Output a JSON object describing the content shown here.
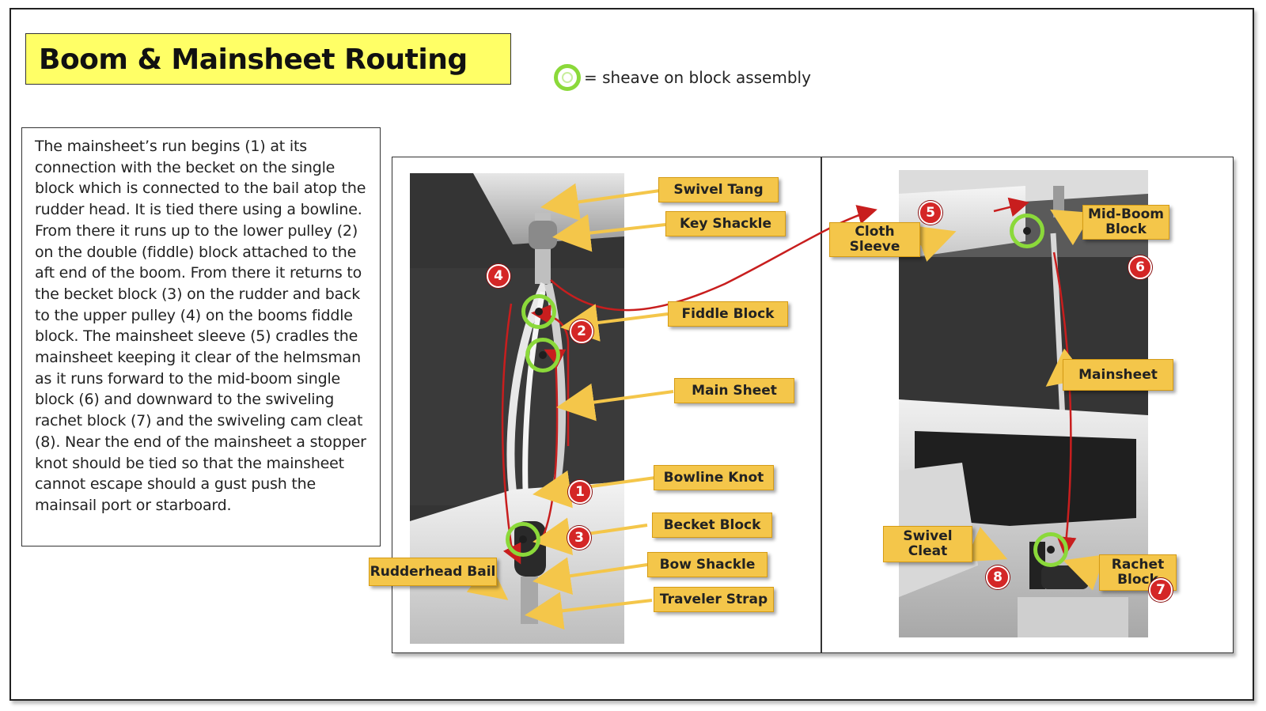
{
  "title": "Boom & Mainsheet Routing",
  "legend": {
    "text": "= sheave on block assembly",
    "icon": "green-ring-icon",
    "color": "#8bd93a"
  },
  "description": "The mainsheet’s run begins (1) at its connection with the becket on the single block which is connected to the bail atop the rudder head. It is tied there using a bowline. From there it runs up to the lower pulley (2) on the double (fiddle) block attached to the aft end of the boom. From there it returns to the becket block (3) on the rudder and back to the upper pulley (4) on the booms fiddle block. The mainsheet sleeve (5) cradles the mainsheet keeping it clear of the helmsman as it runs forward to the mid-boom single block (6) and downward to the swiveling rachet block (7) and the swiveling cam cleat (8). Near the end of the mainsheet a stopper knot should be tied so that the mainsheet cannot escape should a gust push the mainsail port or starboard.",
  "left_labels": {
    "swivel_tang": "Swivel Tang",
    "key_shackle": "Key Shackle",
    "fiddle_block": "Fiddle Block",
    "main_sheet": "Main Sheet",
    "bowline_knot": "Bowline Knot",
    "becket_block": "Becket Block",
    "bow_shackle": "Bow Shackle",
    "traveler_strap": "Traveler Strap",
    "rudderhead_bail": "Rudderhead Bail"
  },
  "right_labels": {
    "cloth_sleeve": "Cloth\nSleeve",
    "mid_boom_block": "Mid-Boom\nBlock",
    "mainsheet": "Mainsheet",
    "swivel_cleat": "Swivel\nCleat",
    "rachet_block": "Rachet\nBlock"
  },
  "badges": {
    "b1": "1",
    "b2": "2",
    "b3": "3",
    "b4": "4",
    "b5": "5",
    "b6": "6",
    "b7": "7",
    "b8": "8"
  },
  "colors": {
    "callout": "#f4c64a",
    "badge": "#d42626",
    "route_line": "#c81e1e",
    "sheave": "#8bd93a",
    "title_bg": "#ffff66"
  }
}
